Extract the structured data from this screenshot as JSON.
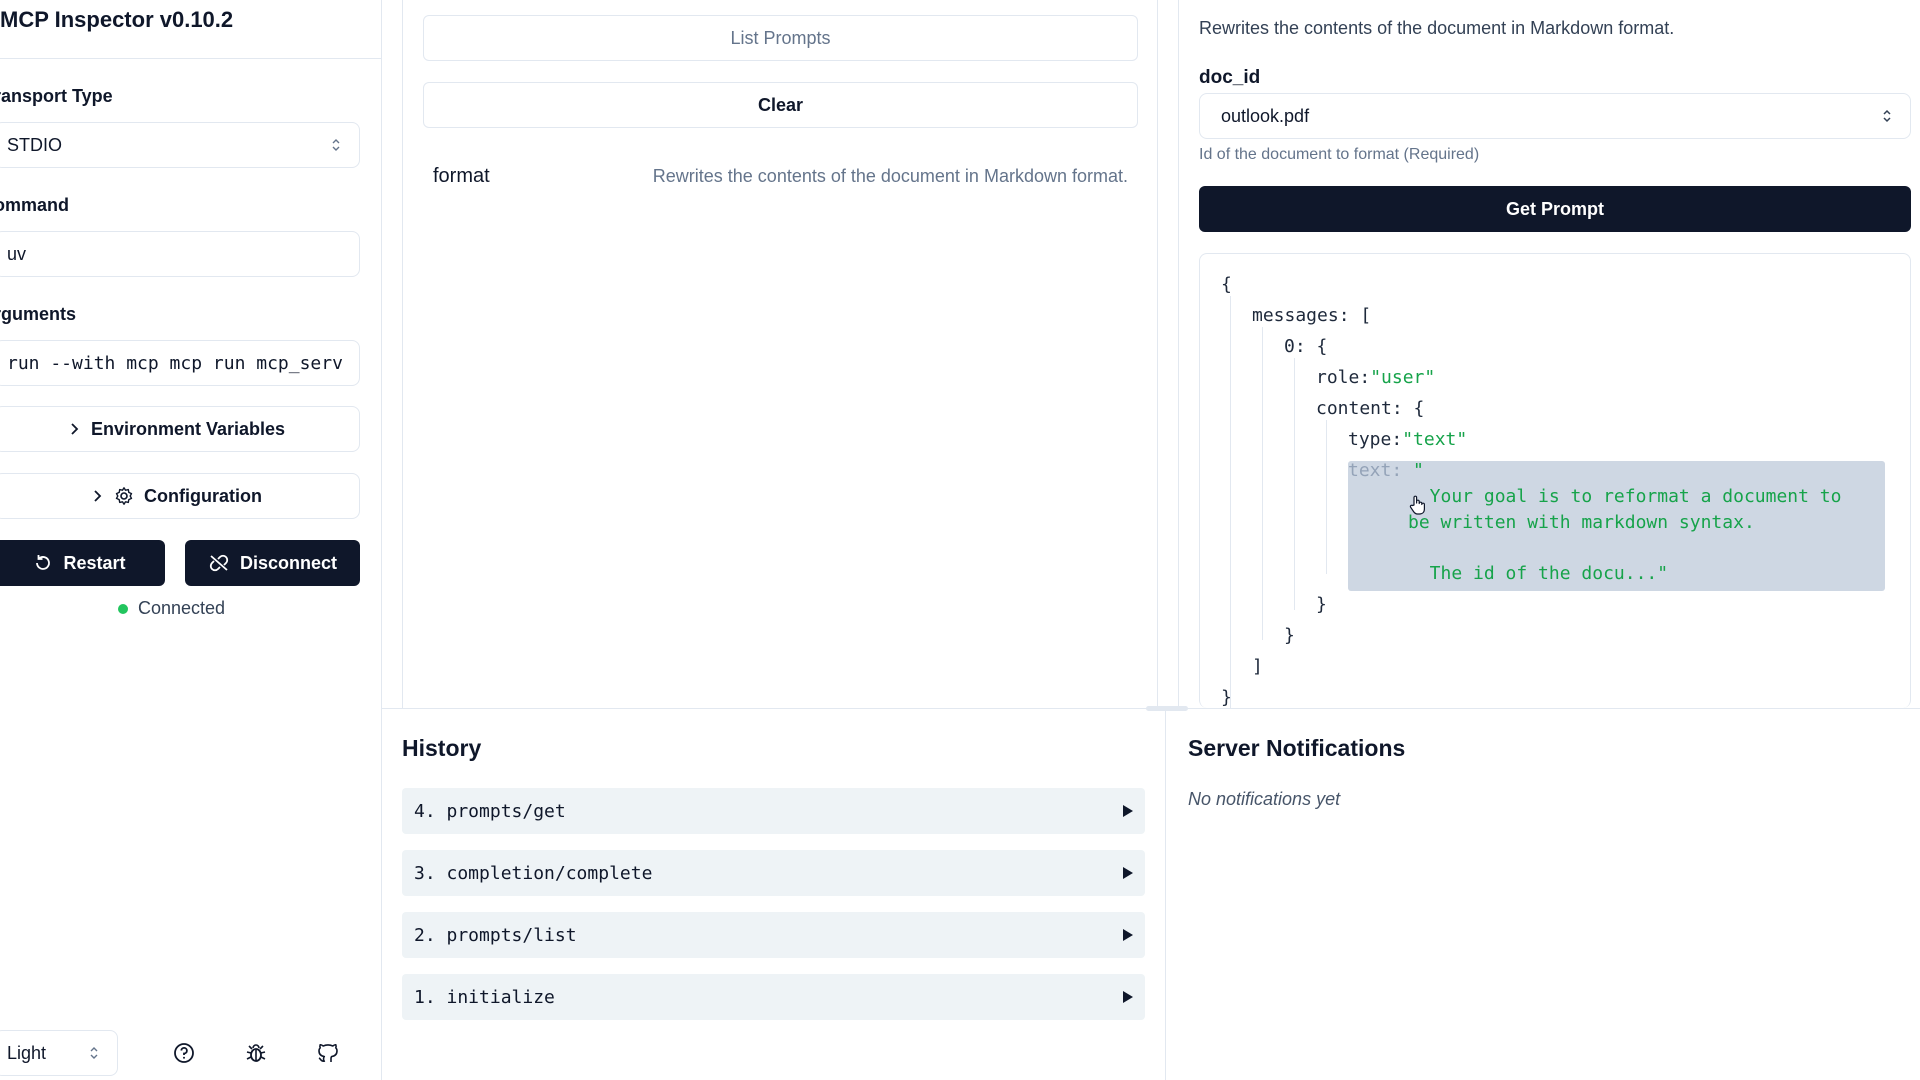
{
  "sidebar": {
    "title": "MCP Inspector v0.10.2",
    "transport_label": "ransport Type",
    "transport_value": "STDIO",
    "command_label": "ommand",
    "command_value": "uv",
    "arguments_label": "rguments",
    "arguments_value": "run --with mcp mcp run mcp_serv",
    "env_label": "Environment Variables",
    "config_label": "Configuration",
    "restart_label": "Restart",
    "disconnect_label": "Disconnect",
    "status_text": "Connected",
    "theme_value": "Light",
    "icons": [
      "help-circle-icon",
      "bug-icon",
      "github-icon"
    ]
  },
  "prompts_list": {
    "list_button": "List Prompts",
    "clear_button": "Clear",
    "items": [
      {
        "name": "format",
        "description": "Rewrites the contents of the document in Markdown format."
      }
    ]
  },
  "prompt_detail": {
    "description": "Rewrites the contents of the document in Markdown format.",
    "arg_name": "doc_id",
    "arg_value": "outlook.pdf",
    "arg_help": "Id of the document to format (Required)",
    "get_button": "Get Prompt",
    "json": {
      "open_brace": "{",
      "messages_key": "messages:",
      "messages_open": "[",
      "item_key": "0:",
      "item_open": "{",
      "role_key": "role:",
      "role_value": "\"user\"",
      "content_key": "content:",
      "content_open": "{",
      "type_key": "type:",
      "type_value": "\"text\"",
      "text_key": "text:",
      "text_quote": "\"",
      "text_line1": "  Your goal is to reformat a document to",
      "text_line2": "be written with markdown syntax.",
      "text_line3": "  The id of the docu...\"",
      "close_content": "}",
      "close_item": "}",
      "close_messages": "]",
      "close_root": "}"
    }
  },
  "history": {
    "title": "History",
    "items": [
      {
        "label": "4. prompts/get"
      },
      {
        "label": "3. completion/complete"
      },
      {
        "label": "2. prompts/list"
      },
      {
        "label": "1. initialize"
      }
    ]
  },
  "notifications": {
    "title": "Server Notifications",
    "empty_text": "No notifications yet"
  },
  "colors": {
    "primary_dark": "#0f172a",
    "status_green": "#22c55e",
    "json_string": "#16a34a",
    "history_item_bg": "#eef3f6"
  }
}
